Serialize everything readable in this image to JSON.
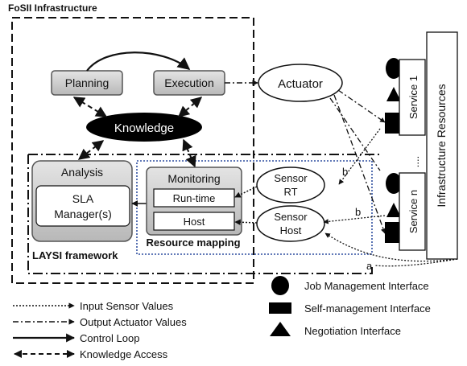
{
  "title": "FoSII Infrastructure",
  "nodes": {
    "planning": "Planning",
    "execution": "Execution",
    "knowledge": "Knowledge",
    "actuator": "Actuator",
    "analysis": "Analysis",
    "sla_manager_line1": "SLA",
    "sla_manager_line2": "Manager(s)",
    "monitoring": "Monitoring",
    "runtime": "Run-time",
    "host": "Host",
    "resource_mapping": "Resource mapping",
    "sensor_rt_line1": "Sensor",
    "sensor_rt_line2": "RT",
    "sensor_host_line1": "Sensor",
    "sensor_host_line2": "Host",
    "laysi": "LAYSI framework",
    "service1": "Service 1",
    "servicen": "Service n",
    "dots": "....",
    "infrastructure": "Infrastructure Resources",
    "label_a": "a",
    "label_b1": "b",
    "label_b2": "b"
  },
  "legend": {
    "input_sensor": "Input Sensor Values",
    "output_actuator": "Output Actuator Values",
    "control_loop": "Control Loop",
    "knowledge_access": "Knowledge Access",
    "job_mgmt": "Job Management Interface",
    "self_mgmt": "Self-management Interface",
    "negotiation": "Negotiation Interface"
  }
}
